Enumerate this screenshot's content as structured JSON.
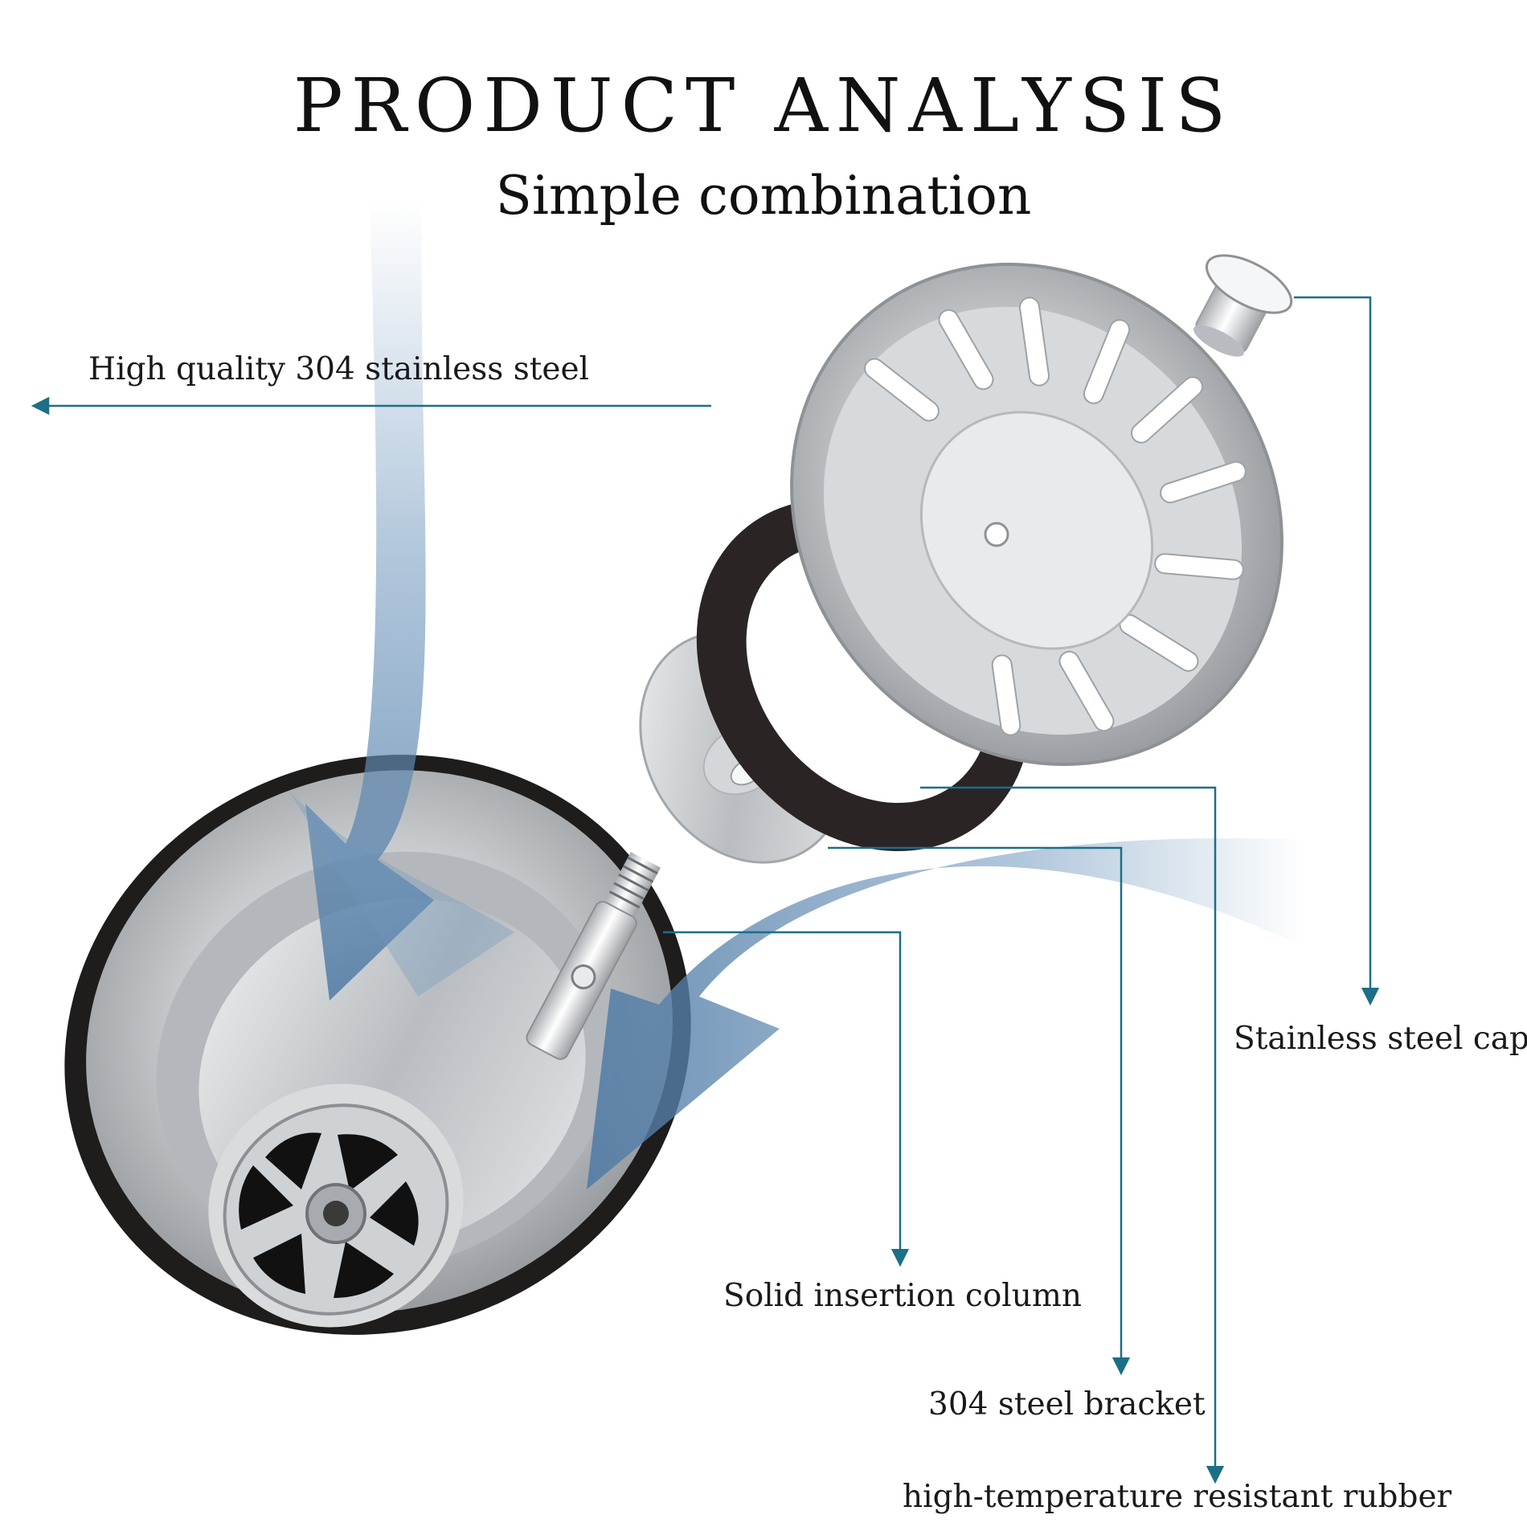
{
  "header": {
    "title": "PRODUCT ANALYSIS",
    "subtitle": "Simple combination"
  },
  "callouts": {
    "steel_quality": "High quality 304 stainless steel",
    "cap": "Stainless steel cap",
    "insertion_column": "Solid insertion column",
    "bracket": "304 steel bracket",
    "rubber": "high-temperature resistant rubber"
  },
  "colors": {
    "leader_line": "#1c6f86",
    "flow_arrow": "#6f97bd",
    "steel": "#c9ccd0",
    "rubber": "#2b2424"
  }
}
